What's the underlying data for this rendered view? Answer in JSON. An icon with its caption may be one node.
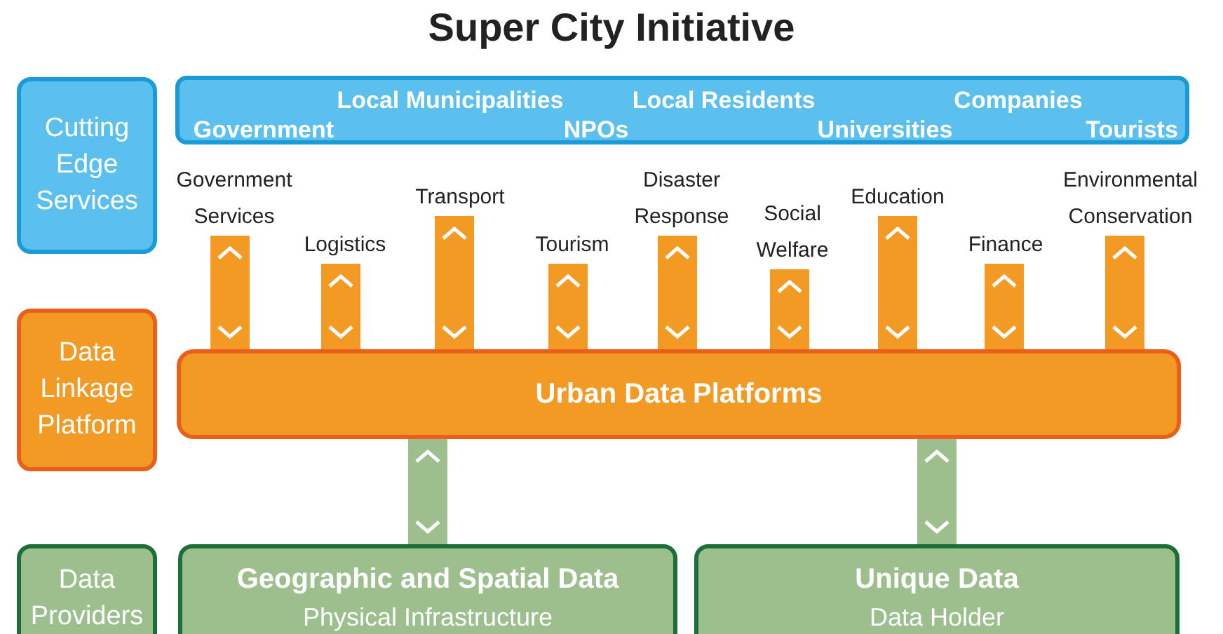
{
  "diagram": {
    "title": "Super City Initiative",
    "nodes": [
      {
        "text": [
          "Cutting Edge Services"
        ]
      },
      {
        "text": [
          "Local Municipalities",
          "Local Residents",
          "Companies",
          "Government",
          "NPOs",
          "Universities",
          "Tourists"
        ]
      },
      {
        "text": [
          "Government Services"
        ]
      },
      {
        "text": [
          "Logistics"
        ]
      },
      {
        "text": [
          "Transport"
        ]
      },
      {
        "text": [
          "Tourism"
        ]
      },
      {
        "text": [
          "Disaster Response"
        ]
      },
      {
        "text": [
          "Social Welfare"
        ]
      },
      {
        "text": [
          "Education"
        ]
      },
      {
        "text": [
          "Finance"
        ]
      },
      {
        "text": [
          "Environmental Conservation"
        ]
      },
      {
        "text": [
          "Data Linkage Platform"
        ]
      },
      {
        "text": [
          "Urban Data Platforms"
        ]
      },
      {
        "text": [
          "Data Providers"
        ]
      },
      {
        "text": [
          "Geographic and Spatial Data",
          "Physical Infrastructure"
        ]
      },
      {
        "text": [
          "Unique Data",
          "Data Holder"
        ]
      }
    ],
    "edges": [
      {
        "from": 2,
        "to": 12,
        "arrow": "both"
      },
      {
        "from": 3,
        "to": 12,
        "arrow": "both"
      },
      {
        "from": 4,
        "to": 12,
        "arrow": "both"
      },
      {
        "from": 5,
        "to": 12,
        "arrow": "both"
      },
      {
        "from": 6,
        "to": 12,
        "arrow": "both"
      },
      {
        "from": 7,
        "to": 12,
        "arrow": "both"
      },
      {
        "from": 8,
        "to": 12,
        "arrow": "both"
      },
      {
        "from": 9,
        "to": 12,
        "arrow": "both"
      },
      {
        "from": 10,
        "to": 12,
        "arrow": "both"
      },
      {
        "from": 12,
        "to": 14,
        "arrow": "both",
        "color": "#9dbf8e"
      },
      {
        "from": 12,
        "to": 15,
        "arrow": "both",
        "color": "#9dbf8e"
      }
    ]
  }
}
